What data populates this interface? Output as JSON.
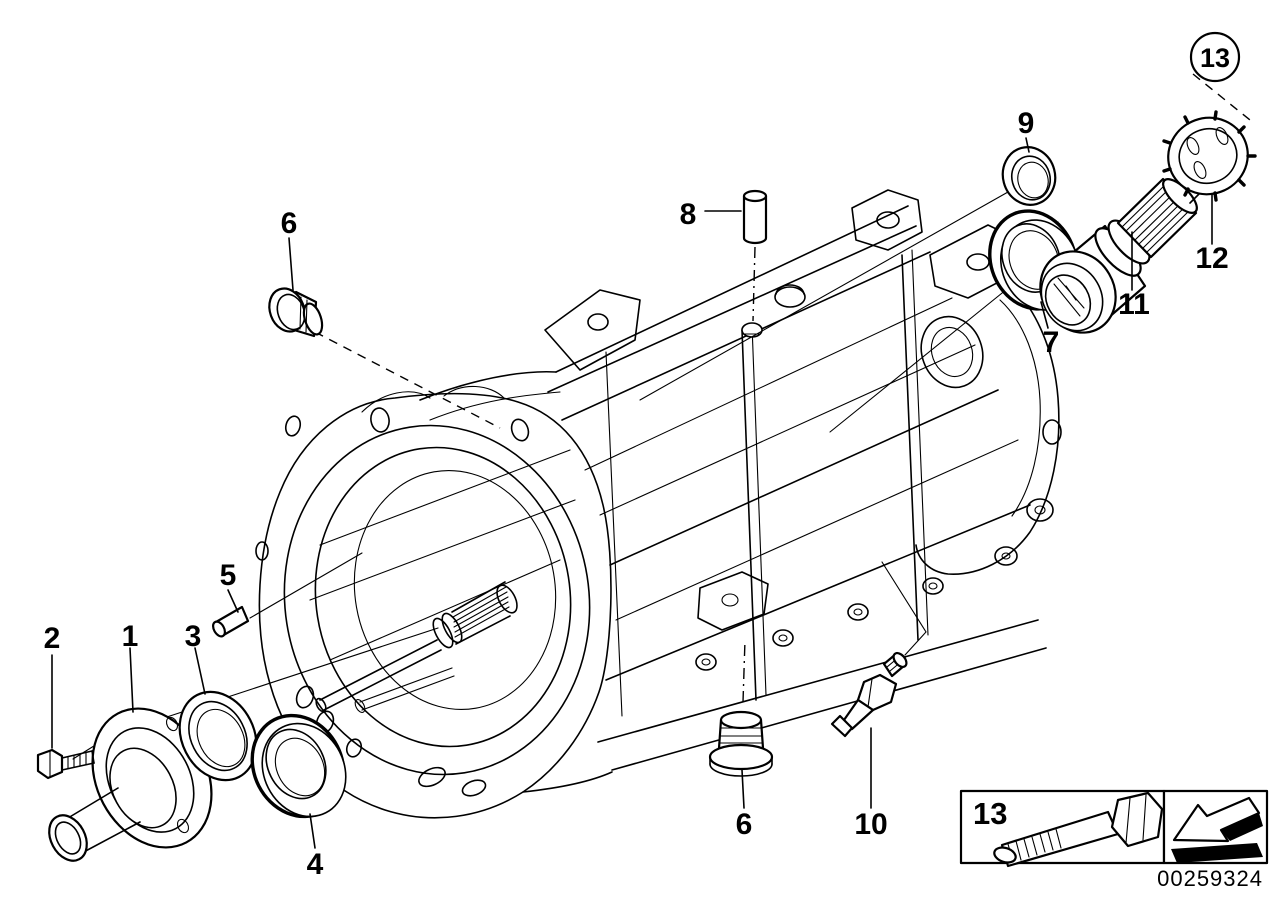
{
  "diagram": {
    "background_color": "#ffffff",
    "line_color": "#000000",
    "callouts": [
      {
        "label": "2"
      },
      {
        "label": "1"
      },
      {
        "label": "3"
      },
      {
        "label": "5"
      },
      {
        "label": "4"
      },
      {
        "label": "6"
      },
      {
        "label": "8"
      },
      {
        "label": "9"
      },
      {
        "label": "7"
      },
      {
        "label": "6"
      },
      {
        "label": "10"
      },
      {
        "label": "11"
      },
      {
        "label": "12"
      }
    ],
    "balloon": {
      "label": "13"
    },
    "legend": {
      "item_label": "13",
      "arrow_icon": "page-turn-arrow"
    },
    "doc_number": "00259324"
  }
}
